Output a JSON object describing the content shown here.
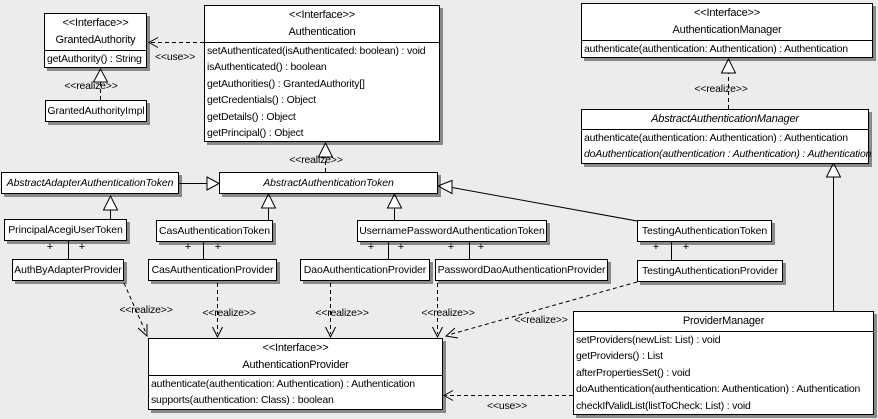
{
  "colors": {
    "background": "#ececec",
    "box_fill": "#ffffff",
    "line": "#000000"
  },
  "classes": {
    "granted_authority": {
      "stereotype": "<<Interface>>",
      "name": "GrantedAuthority",
      "methods": [
        "getAuthority() : String"
      ]
    },
    "granted_authority_impl": {
      "name": "GrantedAuthorityImpl"
    },
    "authentication": {
      "stereotype": "<<Interface>>",
      "name": "Authentication",
      "methods": [
        "setAuthenticated(isAuthenticated: boolean) : void",
        "isAuthenticated() : boolean",
        "getAuthorities() : GrantedAuthority[]",
        "getCredentials() : Object",
        "getDetails() : Object",
        "getPrincipal() : Object"
      ]
    },
    "authentication_manager": {
      "stereotype": "<<Interface>>",
      "name": "AuthenticationManager",
      "methods": [
        "authenticate(authentication: Authentication) : Authentication"
      ]
    },
    "abstract_authentication_manager": {
      "name": "AbstractAuthenticationManager",
      "methods": [
        "authenticate(authentication: Authentication) : Authentication",
        "doAuthentication(authentication : Authentication) : Authentication"
      ]
    },
    "abstract_adapter_authentication_token": {
      "name": "AbstractAdapterAuthenticationToken"
    },
    "abstract_authentication_token": {
      "name": "AbstractAuthenticationToken"
    },
    "principal_acegi_user_token": {
      "name": "PrincipalAcegiUserToken"
    },
    "cas_authentication_token": {
      "name": "CasAuthenticationToken"
    },
    "username_password_authentication_token": {
      "name": "UsernamePasswordAuthenticationToken"
    },
    "testing_authentication_token": {
      "name": "TestingAuthenticationToken"
    },
    "auth_by_adapter_provider": {
      "name": "AuthByAdapterProvider"
    },
    "cas_authentication_provider": {
      "name": "CasAuthenticationProvider"
    },
    "dao_authentication_provider": {
      "name": "DaoAuthenticationProvider"
    },
    "password_dao_authentication_provider": {
      "name": "PasswordDaoAuthenticationProvider"
    },
    "testing_authentication_provider": {
      "name": "TestingAuthenticationProvider"
    },
    "authentication_provider": {
      "stereotype": "<<Interface>>",
      "name": "AuthenticationProvider",
      "methods": [
        "authenticate(authentication: Authentication) : Authentication",
        "supports(authentication: Class) : boolean"
      ]
    },
    "provider_manager": {
      "name": "ProviderManager",
      "methods": [
        "setProviders(newList: List) : void",
        "getProviders() : List",
        "afterPropertiesSet() : void",
        "doAuthentication(authentication: Authentication) : Authentication",
        "checkIfValidList(listToCheck: List) : void"
      ]
    }
  },
  "labels": {
    "use_authentication_granted": "<<use>>",
    "realize_granted_impl": "<<realize>>",
    "realize_token_auth": "<<realize>>",
    "realize_abstract_manager": "<<realize>>",
    "realize_auth_by_adapter": "<<realize>>",
    "realize_cas": "<<realize>>",
    "realize_dao": "<<realize>>",
    "realize_password_dao": "<<realize>>",
    "realize_testing": "<<realize>>",
    "use_provider_manager": "<<use>>",
    "plus": "+"
  }
}
